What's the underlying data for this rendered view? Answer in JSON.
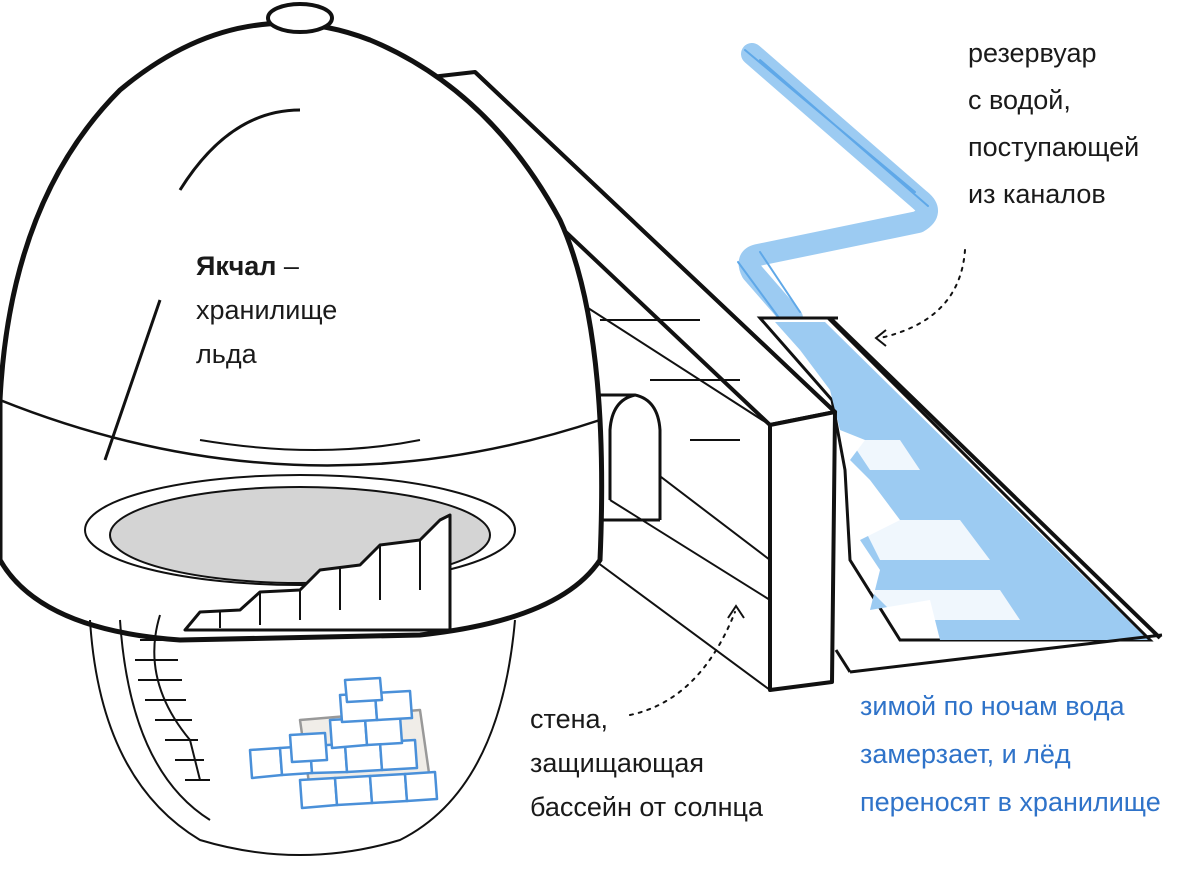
{
  "labels": {
    "yakhchal": {
      "title": "Якчал",
      "dash": " –",
      "lines": [
        "хранилище",
        "льда"
      ]
    },
    "reservoir": {
      "lines": [
        "резервуар",
        "с водой,",
        "поступающей",
        "из каналов"
      ]
    },
    "wall": {
      "lines": [
        "стена,",
        "защищающая",
        "бассейн от солнца"
      ]
    },
    "winter": {
      "lines": [
        "зимой по ночам вода",
        "замерзает, и лёд",
        "переносят в хранилище"
      ]
    }
  },
  "colors": {
    "line": "#111111",
    "water": "#9ccbf2",
    "water_edge": "#5fa8e8",
    "ice_outline": "#4a90d9",
    "floor_shadow": "#d4d4d4",
    "accent_text": "#2f73c9"
  }
}
